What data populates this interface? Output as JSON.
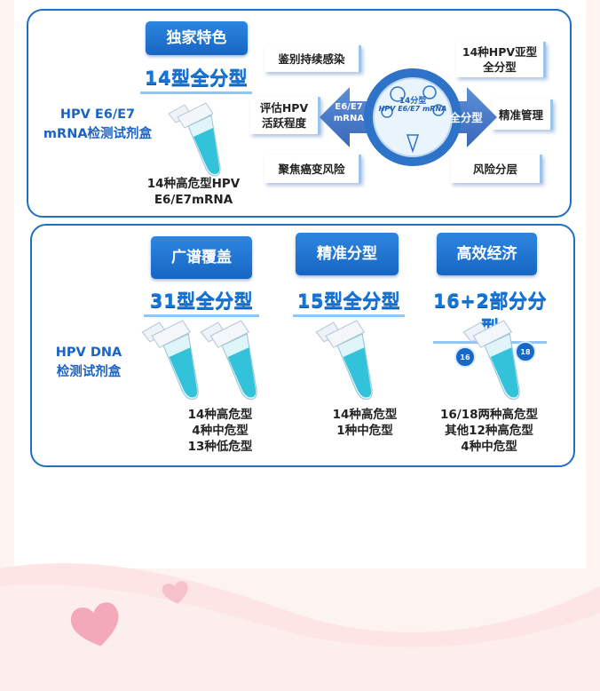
{
  "top": {
    "side_title": "HPV E6/E7\nmRNA检测试剂盒",
    "tag": "独家特色",
    "headline": "14型全分型",
    "desc": "14种高危型HPV\nE6/E7mRNA",
    "features": {
      "f1": "鉴别持续感染",
      "f2": "评估HPV\n活跃程度",
      "f3": "聚焦癌变风险",
      "f4": "14种HPV亚型\n全分型",
      "f5": "精准管理",
      "f6": "风险分层"
    },
    "left_arrow": "E6/E7\nmRNA",
    "right_arrow": "全分型",
    "circle_line1": "14分型",
    "circle_line2": "HPV E6/E7 mRNA"
  },
  "bottom": {
    "side_title": "HPV DNA\n检测试剂盒",
    "columns": [
      {
        "tag": "广谱覆盖",
        "headline": "31型全分型",
        "desc": "14种高危型\n4种中危型\n13种低危型"
      },
      {
        "tag": "精准分型",
        "headline": "15型全分型",
        "desc": "14种高危型\n1种中危型"
      },
      {
        "tag": "高效经济",
        "headline": "16+2部分分型",
        "desc": "16/18两种高危型\n其他12种高危型\n4种中危型"
      }
    ],
    "badge_16": "16",
    "badge_18": "18"
  },
  "colors": {
    "brand_blue": "#1a63c7",
    "light_blue": "#8fc6f3",
    "pink": "#f6b8c6"
  },
  "icons": [
    "test-tube-icon",
    "heart-icon",
    "arrow-icon"
  ]
}
